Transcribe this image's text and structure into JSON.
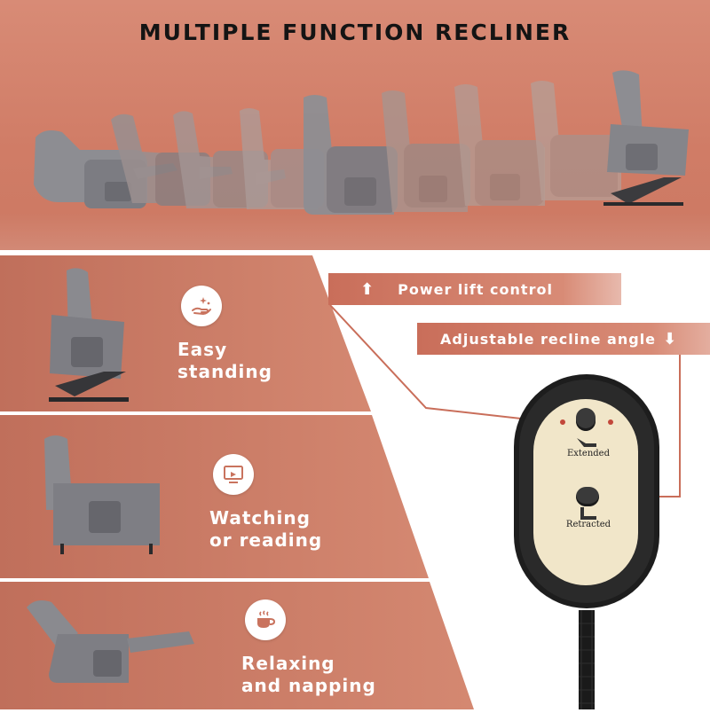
{
  "title": "MULTIPLE FUNCTION RECLINER",
  "features": [
    {
      "label_line1": "Easy",
      "label_line2": "standing",
      "icon": "hand-sparkle-icon"
    },
    {
      "label_line1": "Watching",
      "label_line2": "or reading",
      "icon": "monitor-icon"
    },
    {
      "label_line1": "Relaxing",
      "label_line2": "and napping",
      "icon": "coffee-cup-icon"
    }
  ],
  "callouts": {
    "power_lift": "Power lift control",
    "recline_angle": "Adjustable recline angle"
  },
  "remote": {
    "top_button_label": "Extended",
    "bottom_button_label": "Retracted"
  },
  "colors": {
    "accent": "#d4826c",
    "panel": "#c9735e",
    "remote_body": "#1d1d1d",
    "remote_face": "#f1e6c9"
  }
}
